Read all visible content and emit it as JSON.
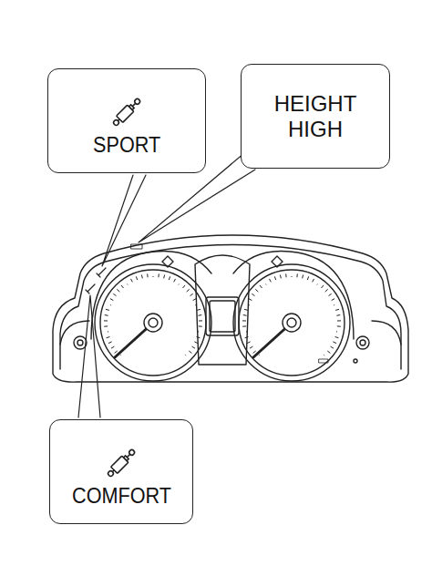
{
  "diagram": {
    "nodes": [
      {
        "text": [
          "SPORT"
        ]
      },
      {
        "text": [
          "HEIGHT HIGH"
        ]
      },
      {
        "text": [
          "COMFORT"
        ]
      }
    ]
  }
}
